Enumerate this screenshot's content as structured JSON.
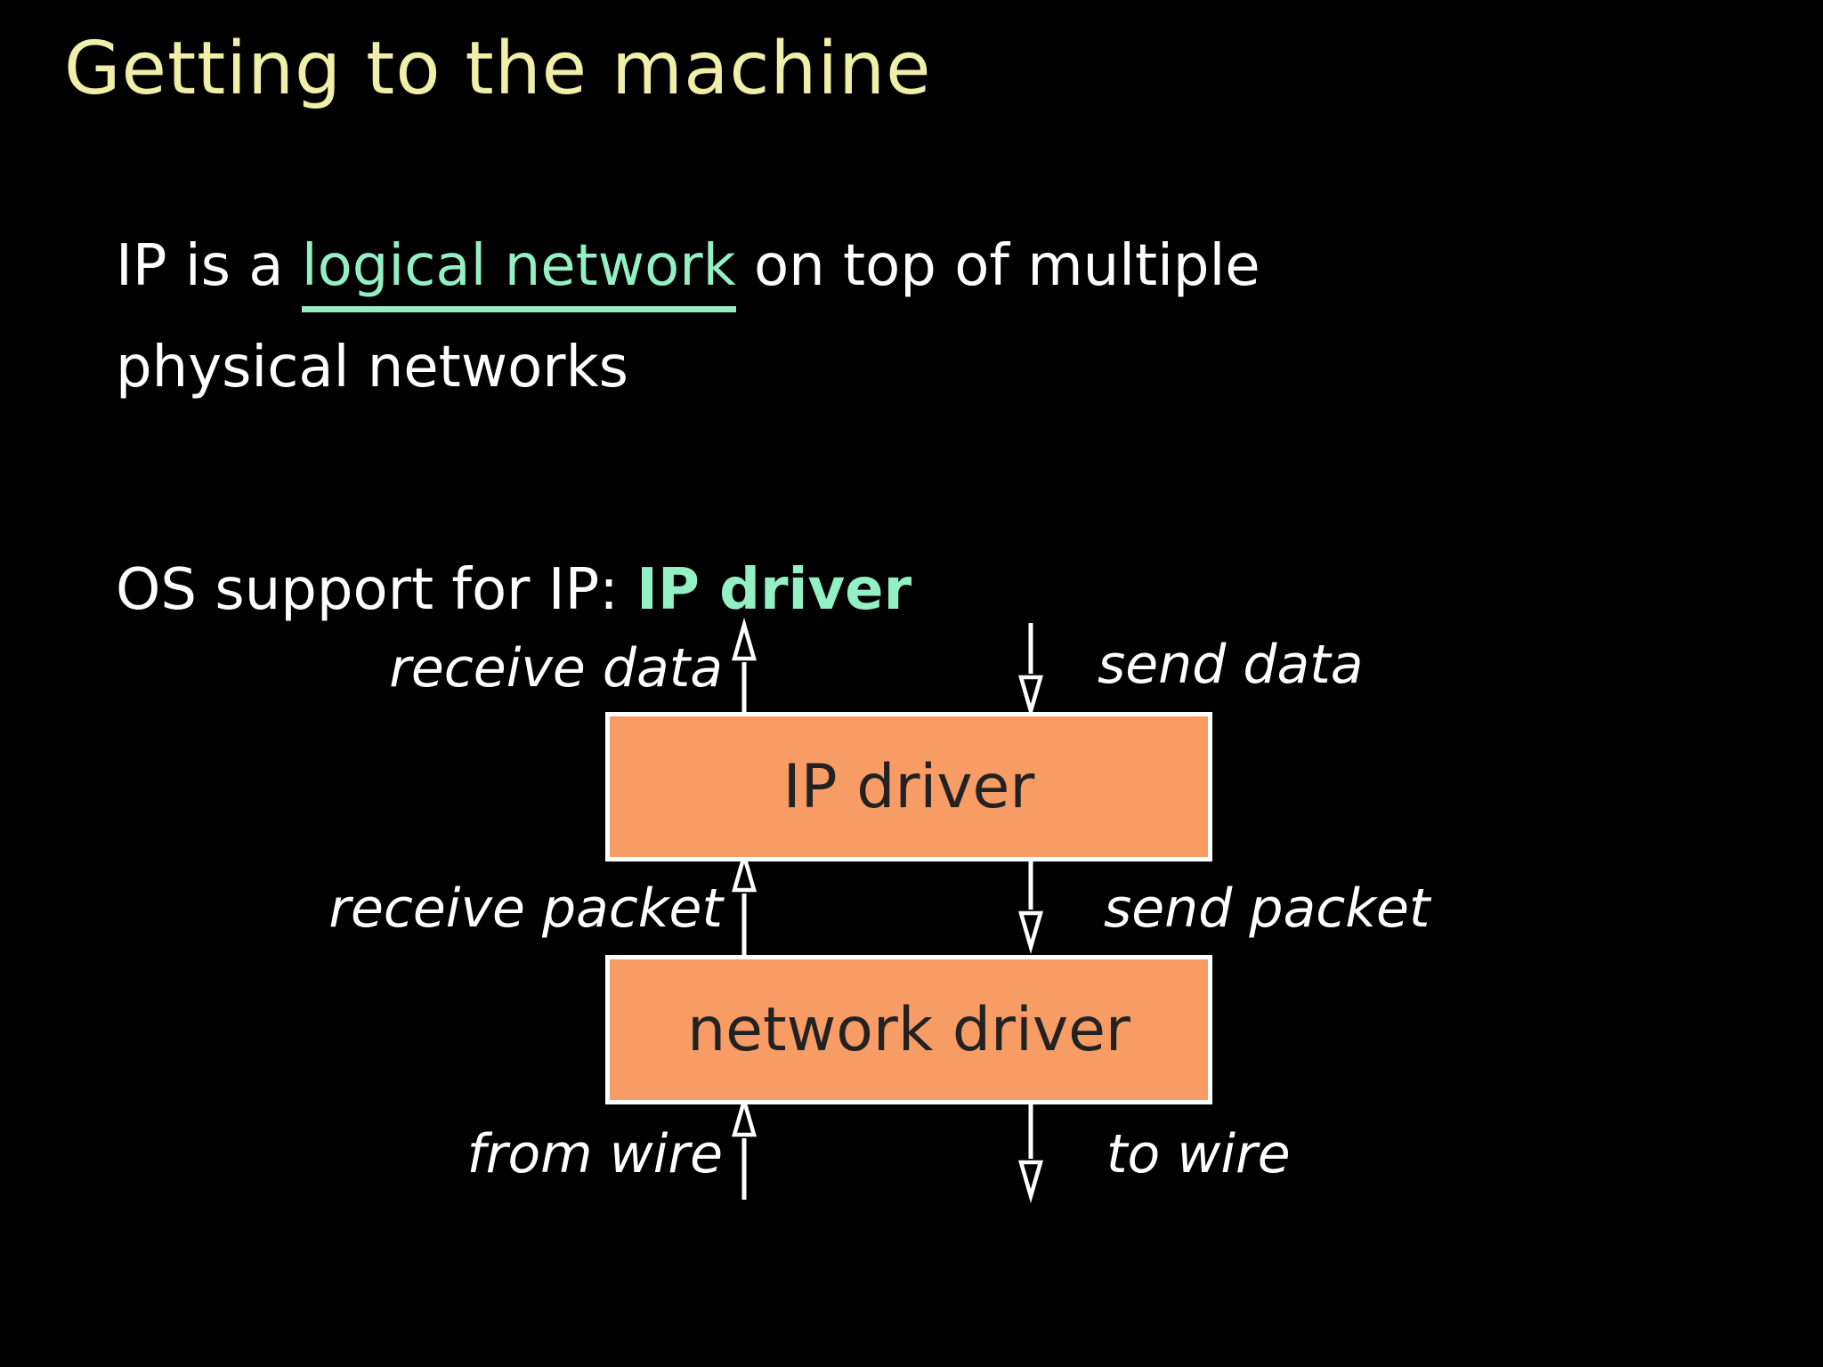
{
  "slide": {
    "title": "Getting to the machine",
    "paragraph": {
      "line1_pre": "IP is a ",
      "line1_highlight": "logical network",
      "line1_post": " on top of multiple",
      "line2": "physical networks"
    },
    "os_support": {
      "pre": "OS support for IP: ",
      "highlight": "IP driver"
    }
  },
  "diagram": {
    "boxes": {
      "ip_driver": "IP driver",
      "network_driver": "network driver"
    },
    "arrow_labels": {
      "receive_data": "receive data",
      "send_data": "send data",
      "receive_packet": "receive packet",
      "send_packet": "send packet",
      "from_wire": "from wire",
      "to_wire": "to wire"
    },
    "arrow_directions": {
      "left_column": "up",
      "right_column": "down"
    }
  },
  "colors": {
    "background": "#000000",
    "title": "#efefa8",
    "accent_mint": "#93efc4",
    "body_text": "#ffffff",
    "box_fill": "#f89c66",
    "box_border": "#ffffff",
    "box_text": "#222222"
  }
}
